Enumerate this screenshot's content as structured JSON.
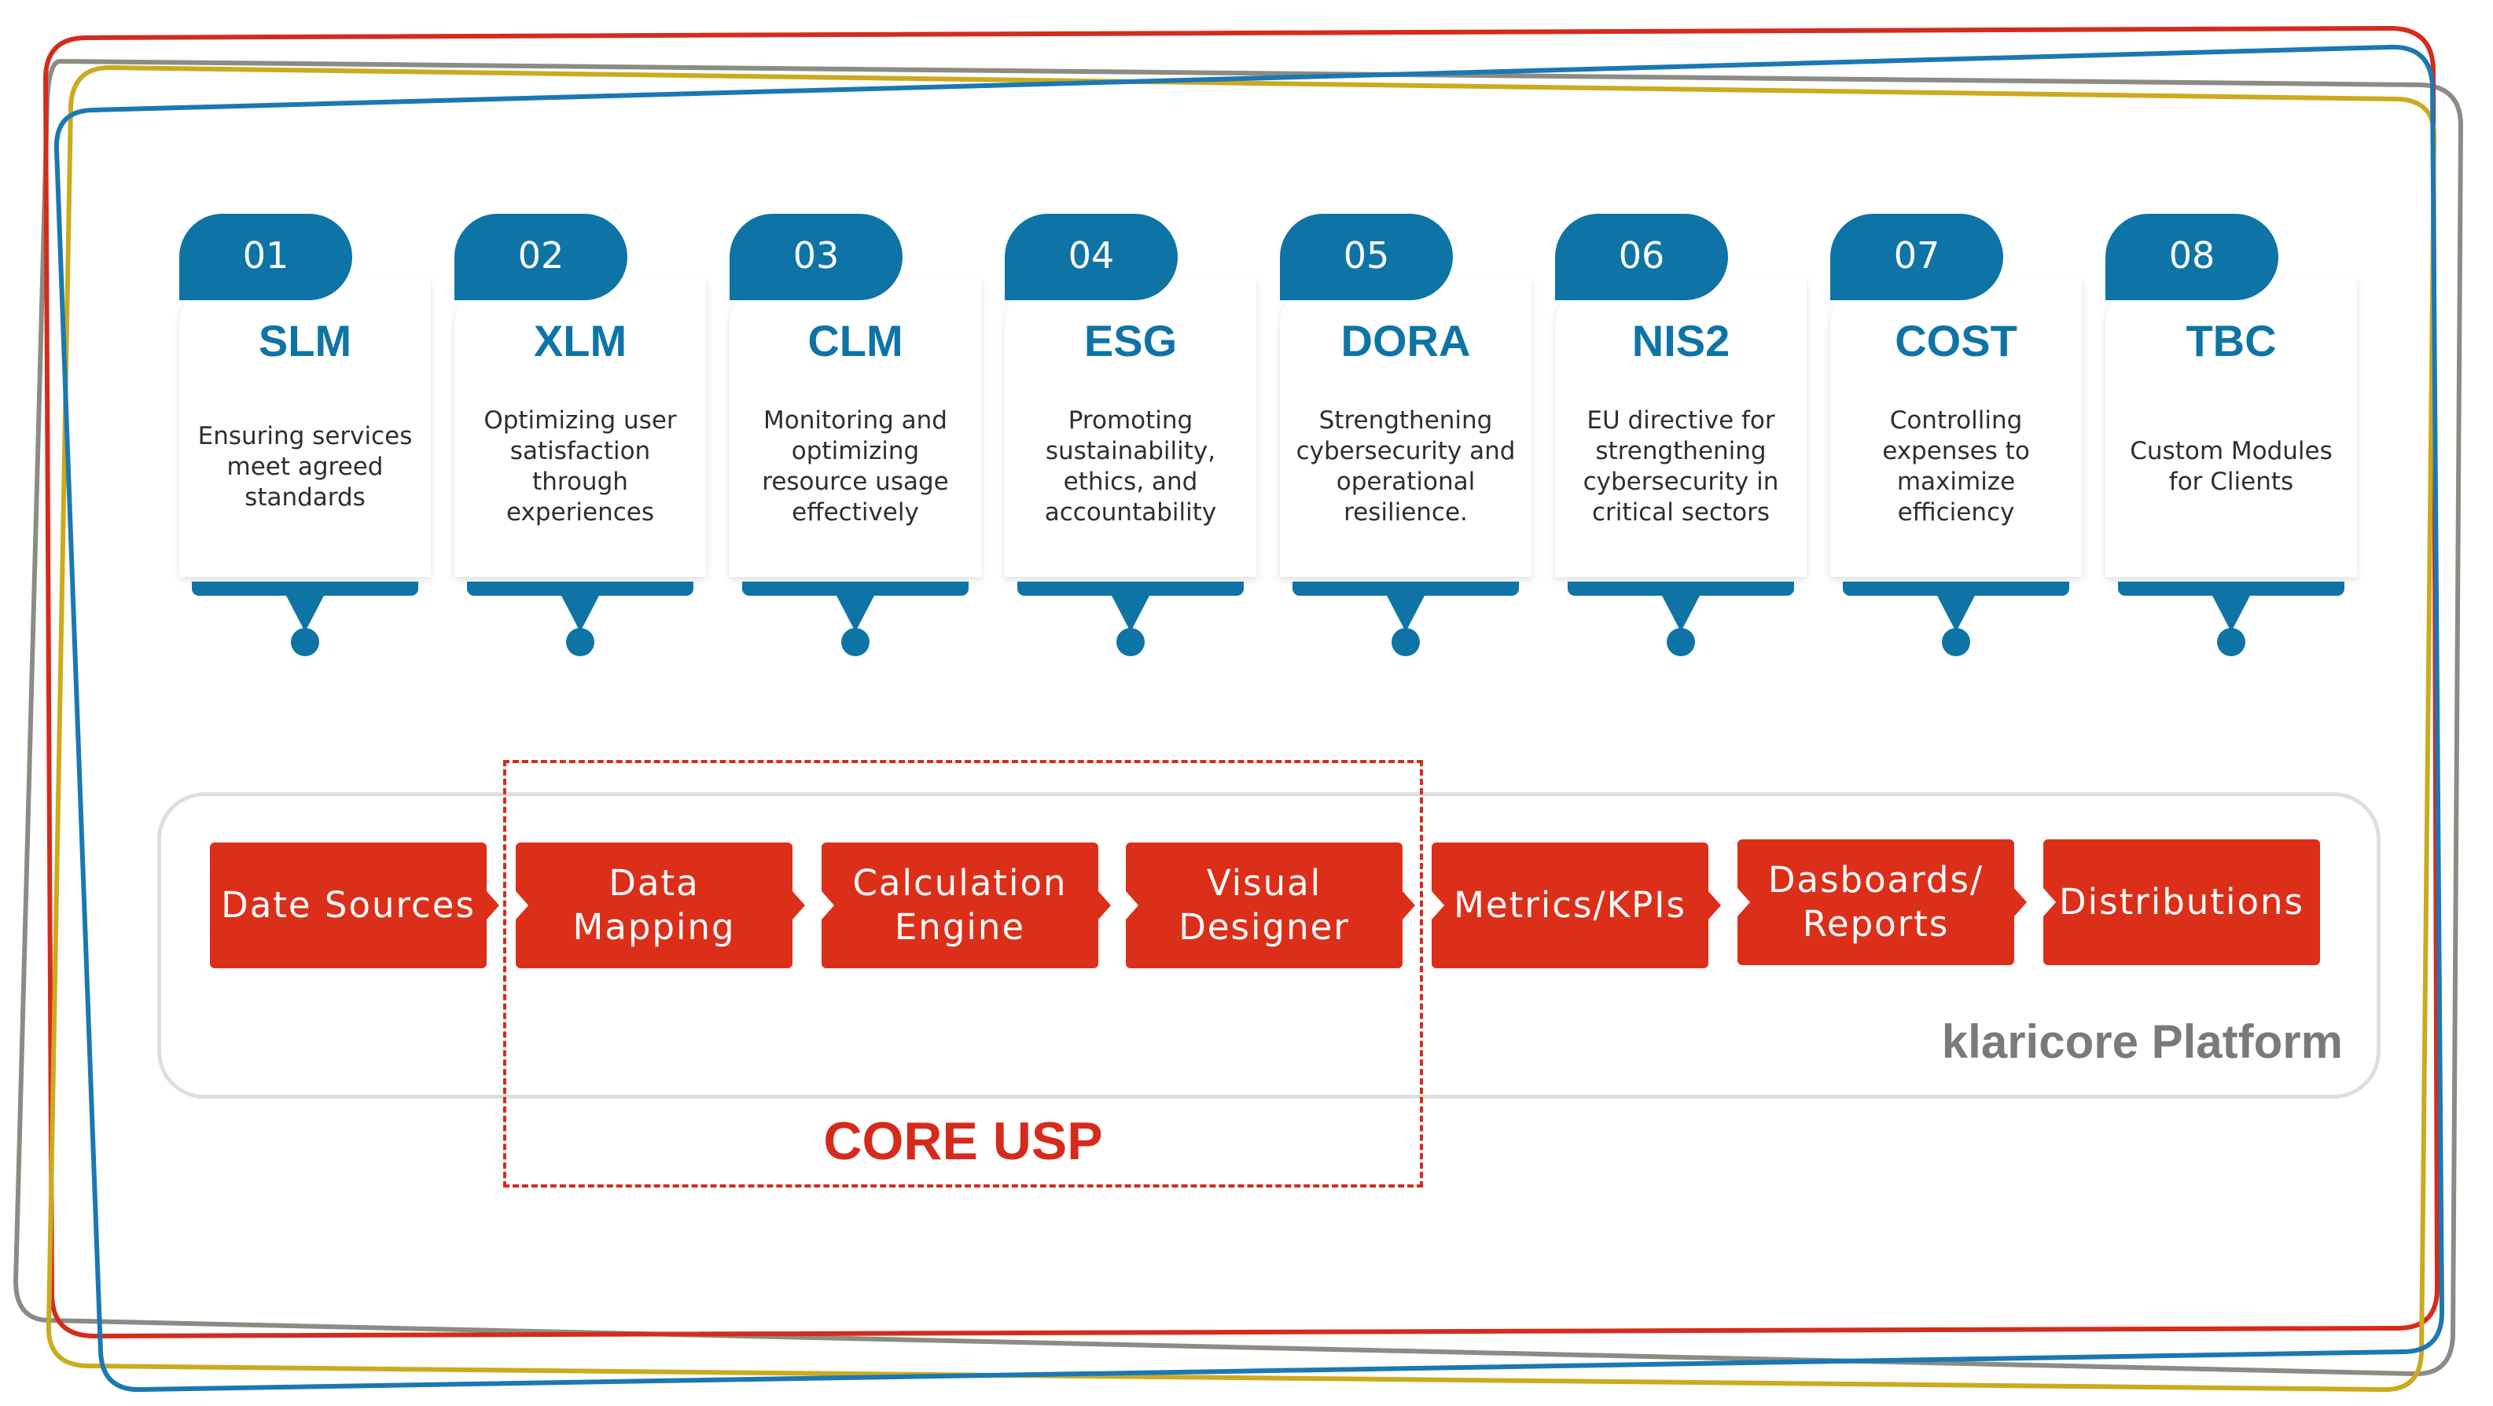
{
  "colors": {
    "module_blue": "#0e74a6",
    "step_red": "#dc2f1a",
    "platform_gray": "#7a7a7a",
    "frame_red": "#d62b1c",
    "frame_blue": "#1a78b4",
    "frame_gold": "#ccaa1e",
    "frame_gray": "#8c8c84"
  },
  "modules": [
    {
      "number": "01",
      "title": "SLM",
      "description": "Ensuring services meet agreed standards"
    },
    {
      "number": "02",
      "title": "XLM",
      "description": "Optimizing user satisfaction through experiences"
    },
    {
      "number": "03",
      "title": "CLM",
      "description": "Monitoring and optimizing resource usage effectively"
    },
    {
      "number": "04",
      "title": "ESG",
      "description": "Promoting sustainability, ethics, and accountability"
    },
    {
      "number": "05",
      "title": "DORA",
      "description": "Strengthening cybersecurity and operational resilience."
    },
    {
      "number": "06",
      "title": "NIS2",
      "description": "EU directive for strengthening cybersecurity in critical sectors"
    },
    {
      "number": "07",
      "title": "COST",
      "description": "Controlling expenses to maximize efficiency"
    },
    {
      "number": "08",
      "title": "TBC",
      "description": "Custom Modules for Clients"
    }
  ],
  "pipeline": [
    {
      "label": "Date Sources"
    },
    {
      "label": "Data Mapping"
    },
    {
      "label": "Calculation Engine"
    },
    {
      "label": "Visual Designer"
    },
    {
      "label": "Metrics/KPIs"
    },
    {
      "label": "Dasboards/ Reports"
    },
    {
      "label": "Distributions"
    }
  ],
  "platform": {
    "label": "klaricore Platform"
  },
  "core": {
    "label": "CORE USP"
  }
}
